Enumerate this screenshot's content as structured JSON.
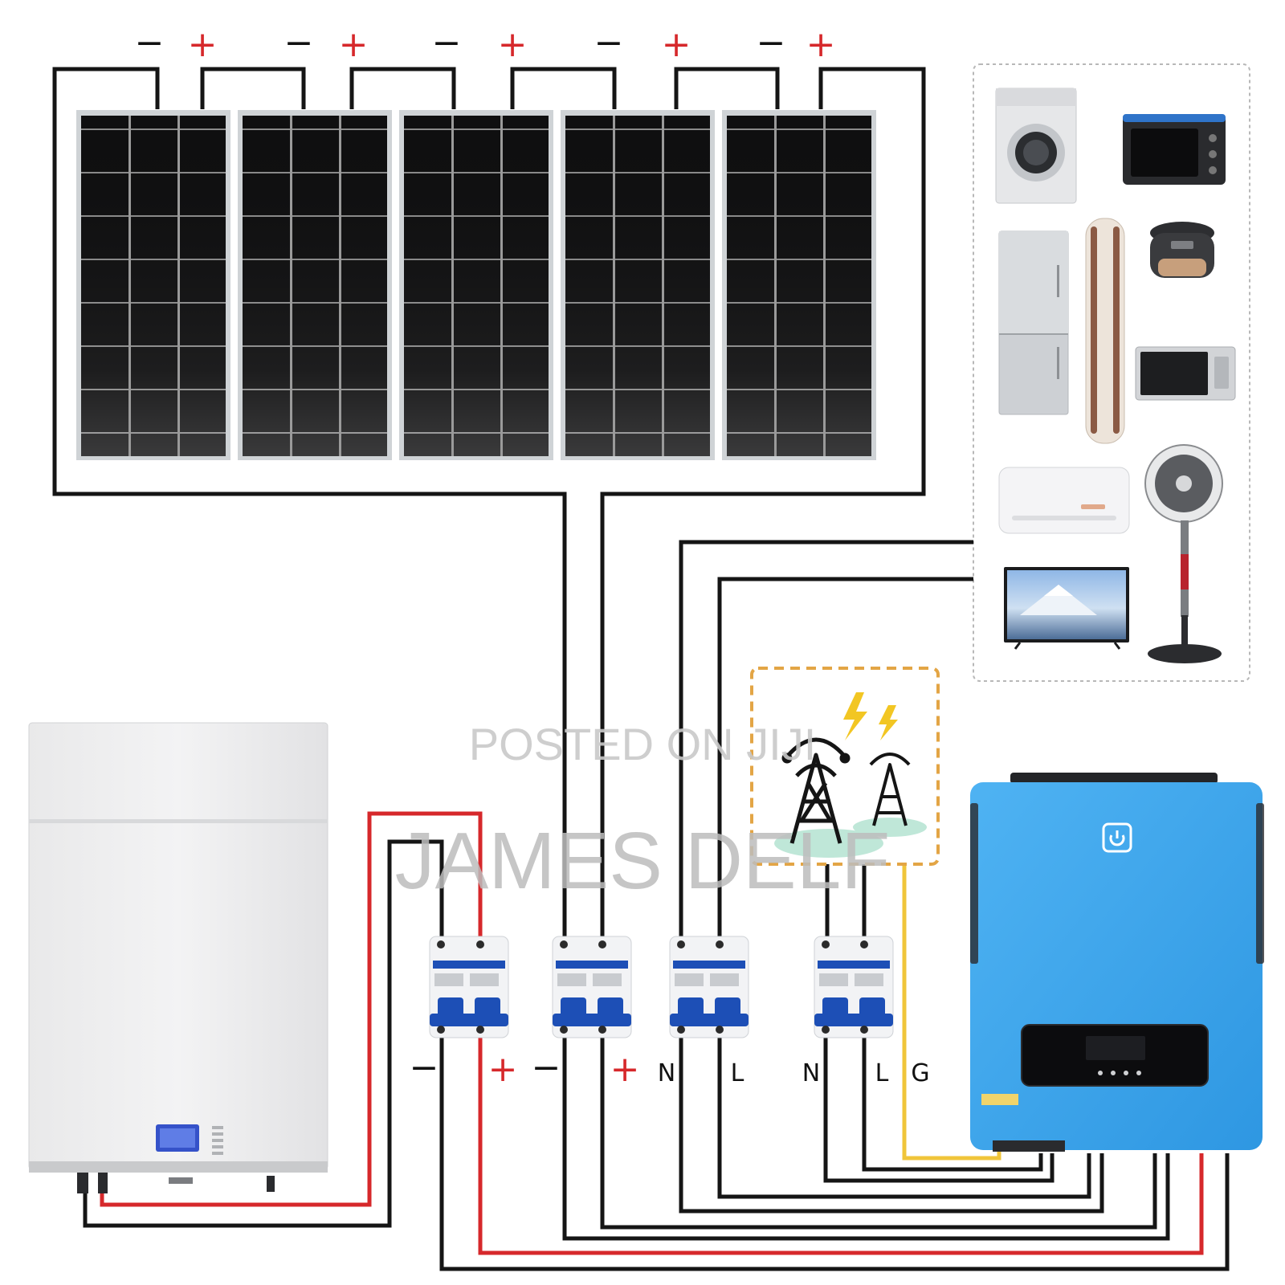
{
  "panels": {
    "count": 5,
    "terminals": [
      {
        "neg": "−",
        "pos": "+"
      },
      {
        "neg": "−",
        "pos": "+"
      },
      {
        "neg": "−",
        "pos": "+"
      },
      {
        "neg": "−",
        "pos": "+"
      },
      {
        "neg": "−",
        "pos": "+"
      }
    ]
  },
  "breaker_labels": {
    "battery_neg": "−",
    "battery_pos": "+",
    "pv_neg": "−",
    "pv_pos": "+",
    "load_n": "N",
    "load_l": "L",
    "grid_n": "N",
    "grid_l": "L",
    "grid_g": "G"
  },
  "watermark": {
    "line1": "POSTED ON JIJI",
    "line2": "JAMES DELF"
  },
  "colors": {
    "wire_black": "#151515",
    "wire_red": "#d6282b",
    "wire_yellow": "#f0c53a",
    "inverter_blue": "#39a6ef",
    "grid_box_border": "#e3a545",
    "breaker_blue": "#1d4fb6"
  },
  "appliances": [
    "washing-machine-icon",
    "oven-icon",
    "fridge-icon",
    "tower-ac-icon",
    "rice-cooker-icon",
    "microwave-icon",
    "wall-ac-icon",
    "standing-fan-icon",
    "tv-icon"
  ]
}
